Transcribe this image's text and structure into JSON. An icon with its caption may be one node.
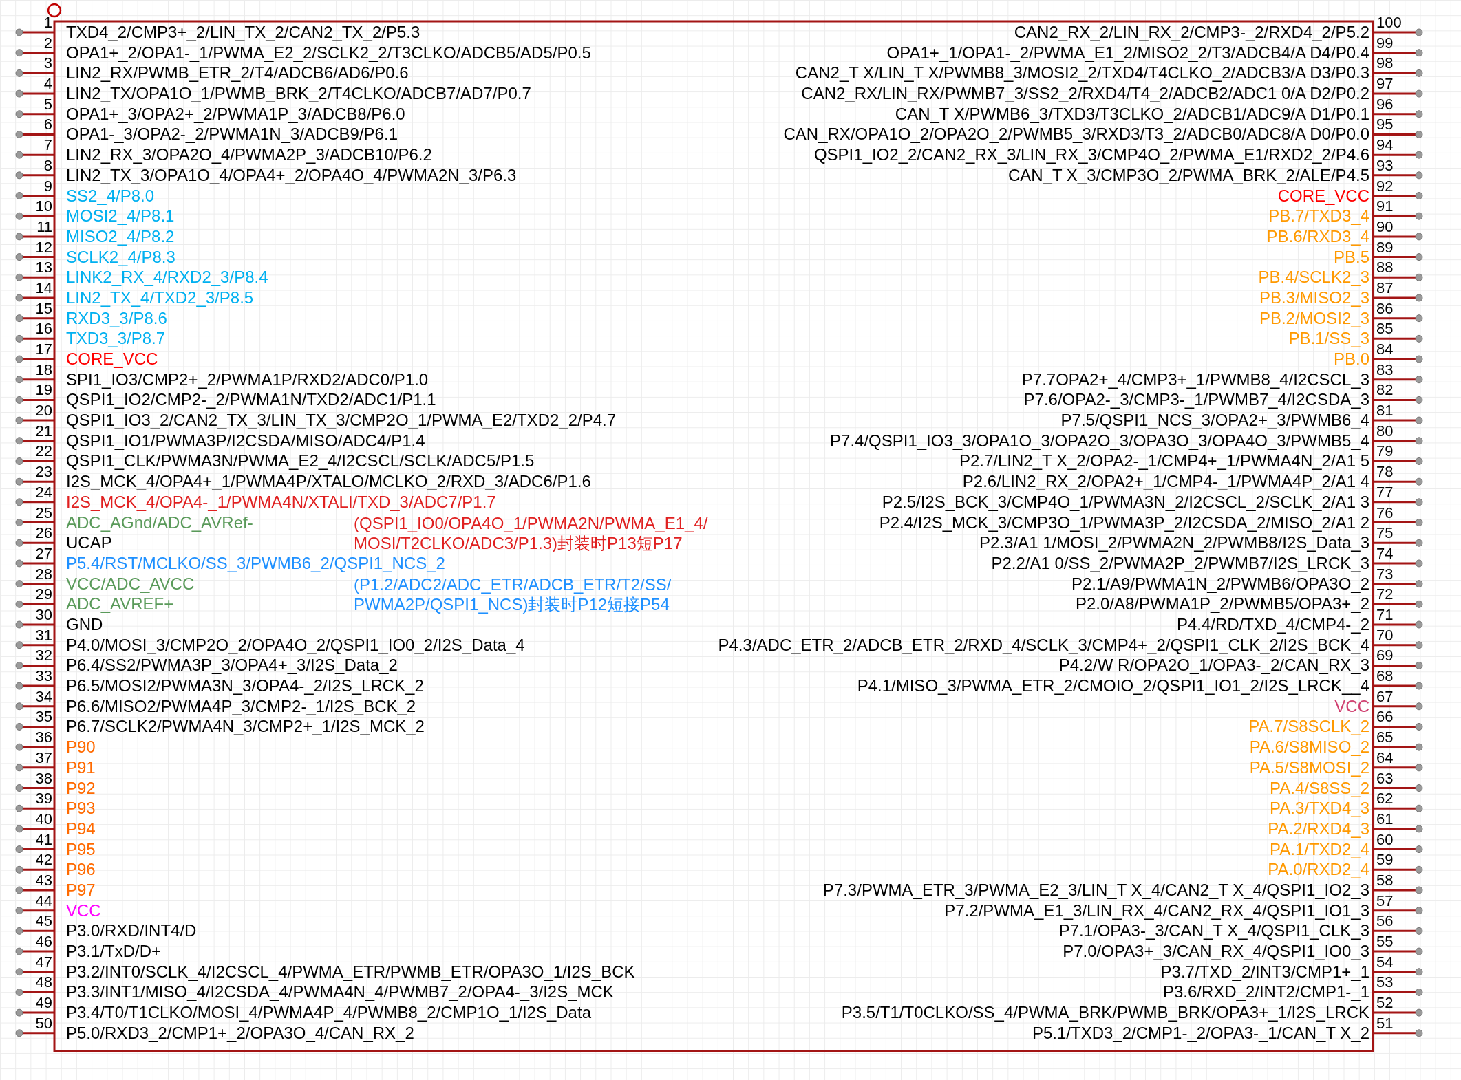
{
  "diagram": {
    "labels": [
      "1",
      "TXD4_2/CMP3+_2/LIN_TX_2/CAN2_TX_2/P5.3",
      "100",
      "CAN2_RX_2/LIN_RX_2/CMP3-_2/RXD4_2/P5.2",
      "2",
      "OPA1+_2/OPA1-_1/PWMA_E2_2/SCLK2_2/T3CLKO/ADCB5/AD5/P0.5",
      "99",
      "OPA1+_1/OPA1-_2/PWMA_E1_2/MISO2_2/T3/ADCB4/A D4/P0.4",
      "3",
      "LIN2_RX/PWMB_ETR_2/T4/ADCB6/AD6/P0.6",
      "98",
      "CAN2_T X/LIN_T X/PWMB8_3/MOSI2_2/TXD4/T4CLKO_2/ADCB3/A D3/P0.3",
      "4",
      "LIN2_TX/OPA1O_1/PWMB_BRK_2/T4CLKO/ADCB7/AD7/P0.7",
      "97",
      "CAN2_RX/LIN_RX/PWMB7_3/SS2_2/RXD4/T4_2/ADCB2/ADC1 0/A D2/P0.2",
      "5",
      "OPA1+_3/OPA2+_2/PWMA1P_3/ADCB8/P6.0",
      "96",
      "CAN_T X/PWMB6_3/TXD3/T3CLKO_2/ADCB1/ADC9/A D1/P0.1",
      "6",
      "OPA1-_3/OPA2-_2/PWMA1N_3/ADCB9/P6.1",
      "95",
      "CAN_RX/OPA1O_2/OPA2O_2/PWMB5_3/RXD3/T3_2/ADCB0/ADC8/A D0/P0.0",
      "7",
      "LIN2_RX_3/OPA2O_4/PWMA2P_3/ADCB10/P6.2",
      "94",
      "QSPI1_IO2_2/CAN2_RX_3/LIN_RX_3/CMP4O_2/PWMA_E1/RXD2_2/P4.6",
      "8",
      "LIN2_TX_3/OPA1O_4/OPA4+_2/OPA4O_4/PWMA2N_3/P6.3",
      "93",
      "CAN_T X_3/CMP3O_2/PWMA_BRK_2/ALE/P4.5",
      "9",
      "SS2_4/P8.0",
      "92",
      "CORE_VCC",
      "10",
      "MOSI2_4/P8.1",
      "91",
      "PB.7/TXD3_4",
      "11",
      "MISO2_4/P8.2",
      "90",
      "PB.6/RXD3_4",
      "12",
      "SCLK2_4/P8.3",
      "89",
      "PB.5",
      "13",
      "LINK2_RX_4/RXD2_3/P8.4",
      "88",
      "PB.4/SCLK2_3",
      "14",
      "LIN2_TX_4/TXD2_3/P8.5",
      "87",
      "PB.3/MISO2_3",
      "15",
      "RXD3_3/P8.6",
      "86",
      "PB.2/MOSI2_3",
      "16",
      "TXD3_3/P8.7",
      "85",
      "PB.1/SS_3",
      "17",
      "CORE_VCC",
      "84",
      "PB.0",
      "18",
      "SPI1_IO3/CMP2+_2/PWMA1P/RXD2/ADC0/P1.0",
      "83",
      "P7.7OPA2+_4/CMP3+_1/PWMB8_4/I2CSCL_3",
      "19",
      "QSPI1_IO2/CMP2-_2/PWMA1N/TXD2/ADC1/P1.1",
      "82",
      "P7.6/OPA2-_3/CMP3-_1/PWMB7_4/I2CSDA_3",
      "20",
      "QSPI1_IO3_2/CAN2_TX_3/LIN_TX_3/CMP2O_1/PWMA_E2/TXD2_2/P4.7",
      "81",
      "P7.5/QSPI1_NCS_3/OPA2+_3/PWMB6_4",
      "21",
      "QSPI1_IO1/PWMA3P/I2CSDA/MISO/ADC4/P1.4",
      "80",
      "P7.4/QSPI1_IO3_3/OPA1O_3/OPA2O_3/OPA3O_3/OPA4O_3/PWMB5_4",
      "22",
      "QSPI1_CLK/PWMA3N/PWMA_E2_4/I2CSCL/SCLK/ADC5/P1.5",
      "79",
      "P2.7/LIN2_T X_2/OPA2-_1/CMP4+_1/PWMA4N_2/A1 5",
      "23",
      "I2S_MCK_4/OPA4+_1/PWMA4P/XTALO/MCLKO_2/RXD_3/ADC6/P1.6",
      "78",
      "P2.6/LIN2_RX_2/OPA2+_1/CMP4-_1/PWMA4P_2/A1 4",
      "24",
      "I2S_MCK_4/OPA4-_1/PWMA4N/XTALI/TXD_3/ADC7/P1.7",
      "77",
      "P2.5/I2S_BCK_3/CMP4O_1/PWMA3N_2/I2CSCL_2/SCLK_2/A1 3",
      "25",
      "ADC_AGnd/ADC_AVRef-",
      "76",
      "P2.4/I2S_MCK_3/CMP3O_1/PWMA3P_2/I2CSDA_2/MISO_2/A1 2",
      "26",
      "UCAP",
      "75",
      "P2.3/A1 1/MOSI_2/PWMA2N_2/PWMB8/I2S_Data_3",
      "27",
      "P5.4/RST/MCLKO/SS_3/PWMB6_2/QSPI1_NCS_2",
      "74",
      "P2.2/A1 0/SS_2/PWMA2P_2/PWMB7/I2S_LRCK_3",
      "28",
      "VCC/ADC_AVCC",
      "73",
      "P2.1/A9/PWMA1N_2/PWMB6/OPA3O_2",
      "29",
      "ADC_AVREF+",
      "72",
      "P2.0/A8/PWMA1P_2/PWMB5/OPA3+_2",
      "30",
      "GND",
      "71",
      "P4.4/RD/TXD_4/CMP4-_2",
      "31",
      "P4.0/MOSI_3/CMP2O_2/OPA4O_2/QSPI1_IO0_2/I2S_Data_4",
      "70",
      "P4.3/ADC_ETR_2/ADCB_ETR_2/RXD_4/SCLK_3/CMP4+_2/QSPI1_CLK_2/I2S_BCK_4",
      "32",
      "P6.4/SS2/PWMA3P_3/OPA4+_3/I2S_Data_2",
      "69",
      "P4.2/W R/OPA2O_1/OPA3-_2/CAN_RX_3",
      "33",
      "P6.5/MOSI2/PWMA3N_3/OPA4-_2/I2S_LRCK_2",
      "68",
      "P4.1/MISO_3/PWMA_ETR_2/CMOIO_2/QSPI1_IO1_2/I2S_LRCK__4",
      "34",
      "P6.6/MISO2/PWMA4P_3/CMP2-_1/I2S_BCK_2",
      "67",
      "VCC",
      "35",
      "P6.7/SCLK2/PWMA4N_3/CMP2+_1/I2S_MCK_2",
      "66",
      "PA.7/S8SCLK_2",
      "36",
      "P90",
      "65",
      "PA.6/S8MISO_2",
      "37",
      "P91",
      "64",
      "PA.5/S8MOSI_2",
      "38",
      "P92",
      "63",
      "PA.4/S8SS_2",
      "39",
      "P93",
      "62",
      "PA.3/TXD4_3",
      "40",
      "P94",
      "61",
      "PA.2/RXD4_3",
      "41",
      "P95",
      "60",
      "PA.1/TXD2_4",
      "42",
      "P96",
      "59",
      "PA.0/RXD2_4",
      "43",
      "P97",
      "58",
      "P7.3/PWMA_ETR_3/PWMA_E2_3/LIN_T X_4/CAN2_T X_4/QSPI1_IO2_3",
      "44",
      "VCC",
      "57",
      "P7.2/PWMA_E1_3/LIN_RX_4/CAN2_RX_4/QSPI1_IO1_3",
      "45",
      "P3.0/RXD/INT4/D",
      "56",
      "P7.1/OPA3-_3/CAN_T X_4/QSPI1_CLK_3",
      "46",
      "P3.1/TxD/D+",
      "55",
      "P7.0/OPA3+_3/CAN_RX_4/QSPI1_IO0_3",
      "47",
      "P3.2/INT0/SCLK_4/I2CSCL_4/PWMA_ETR/PWMB_ETR/OPA3O_1/I2S_BCK",
      "54",
      "P3.7/TXD_2/INT3/CMP1+_1",
      "48",
      "P3.3/INT1/MISO_4/I2CSDA_4/PWMA4N_4/PWMB7_2/OPA4-_3/I2S_MCK",
      "53",
      "P3.6/RXD_2/INT2/CMP1-_1",
      "49",
      "P3.4/T0/T1CLKO/MOSI_4/PWMA4P_4/PWMB8_2/CMP1O_1/I2S_Data",
      "52",
      "P3.5/T1/T0CLKO/SS_4/PWMA_BRK/PWMB_BRK/OPA3+_1/I2S_LRCK",
      "50",
      "P5.0/RXD3_2/CMP1+_2/OPA3O_4/CAN_RX_2",
      "51",
      "P5.1/TXD3_2/CMP1-_2/OPA3-_1/CAN_T X_2",
      "(QSPI1_IO0/OPA4O_1/PWMA2N/PWMA_E1_4/MOSI/T2CLKO/ADC3/P1.3)封装时P13短P17",
      "(P1.2/ADC2/ADC_ETR/ADCB_ETR/T2/SS/PWMA2P/QSPI1_NCS)封装时P12短接P54"
    ]
  }
}
